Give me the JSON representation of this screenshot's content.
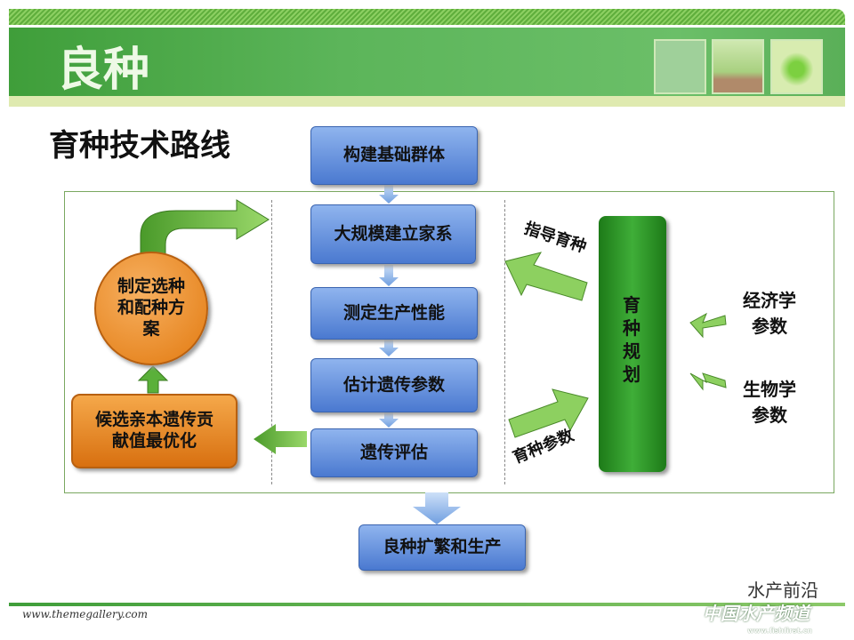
{
  "header": {
    "title": "良种"
  },
  "slide": {
    "title": "育种技术路线"
  },
  "flow": {
    "step1": "构建基础群体",
    "step2": "大规模建立家系",
    "step3": "测定生产性能",
    "step4": "估计遗传参数",
    "step5": "遗传评估",
    "output": "良种扩繁和生产"
  },
  "left": {
    "circle": "制定选种和配种方案",
    "box": "候选亲本遗传贡献值最优化"
  },
  "right": {
    "bar": "育种规划",
    "guide": "指导育种",
    "params": "育种参数",
    "econ": "经济学参数",
    "bio": "生物学参数"
  },
  "footer": {
    "url": "www.themegallery.com",
    "watermark1": "水产前沿",
    "watermark2": "中国水产频道",
    "watermark3": "www.fishfirst.cn"
  }
}
